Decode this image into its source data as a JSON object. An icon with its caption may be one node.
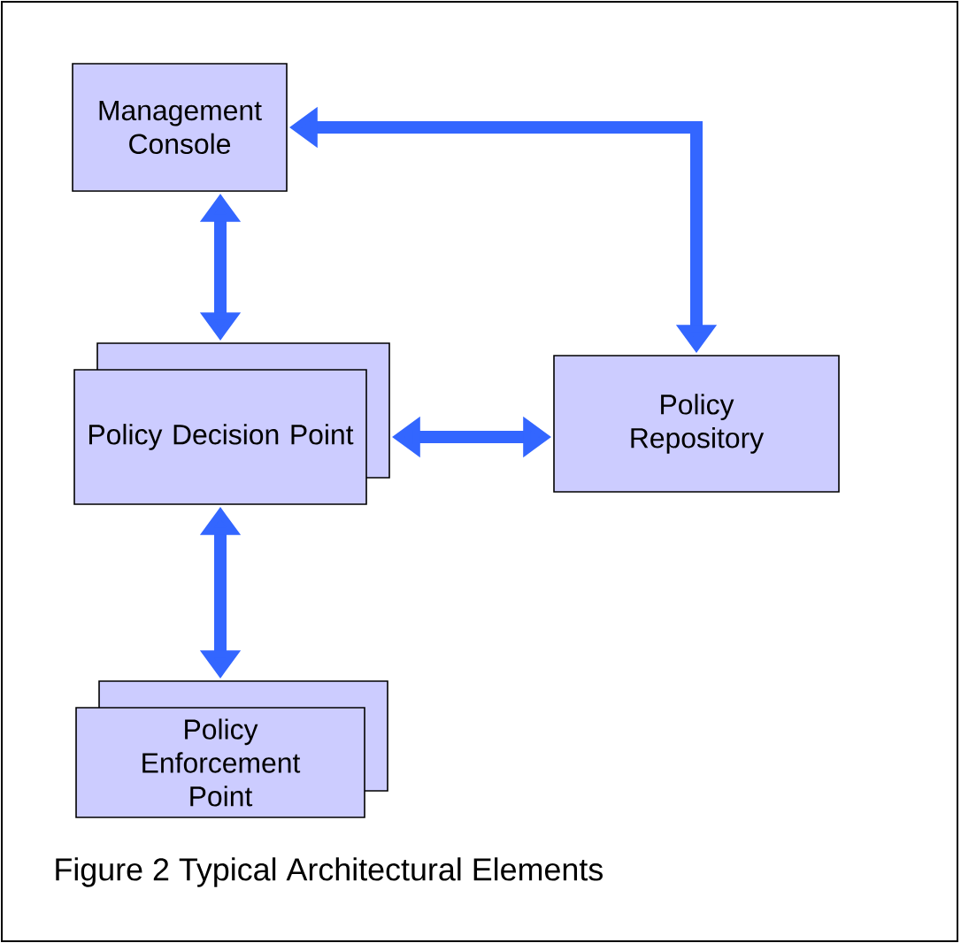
{
  "diagram": {
    "caption": "Figure 2 Typical Architectural Elements",
    "nodes": [
      {
        "text": [
          "Management Console"
        ]
      },
      {
        "text": [
          "Policy Decision Point"
        ]
      },
      {
        "text": [
          "Policy Repository"
        ]
      },
      {
        "text": [
          "Policy Enforcement Point"
        ]
      }
    ],
    "edges": [
      {
        "from": 0,
        "to": 2,
        "arrow": "both"
      },
      {
        "from": 0,
        "to": 1,
        "arrow": "both"
      },
      {
        "from": 1,
        "to": 2,
        "arrow": "both"
      },
      {
        "from": 1,
        "to": 3,
        "arrow": "both"
      }
    ]
  }
}
